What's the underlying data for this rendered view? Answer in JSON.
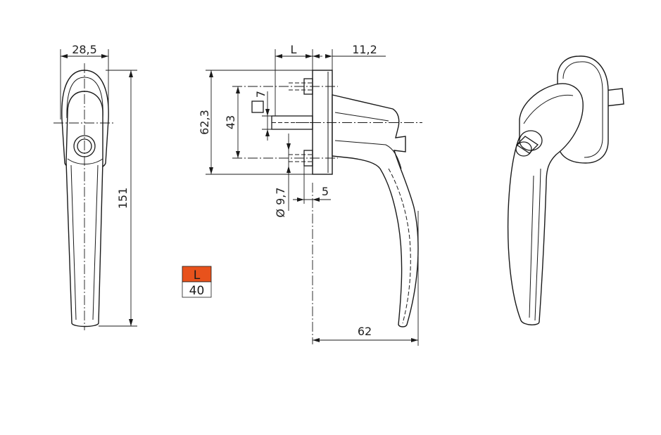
{
  "front_view": {
    "width_dim": "28,5",
    "height_dim": "151"
  },
  "side_view": {
    "length_dim": "L",
    "offset_dim": "11,2",
    "square_dim": "7",
    "spacing_dim": "62,3",
    "hole_spacing_dim": "43",
    "hole_dia_dim": "Ø 9,7",
    "boss_dim": "5",
    "reach_dim": "62"
  },
  "spec_table": {
    "header": "L",
    "value": "40",
    "header_color": "#e8521c"
  }
}
